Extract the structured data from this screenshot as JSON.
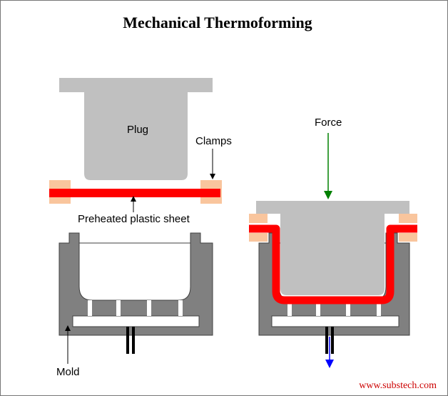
{
  "diagram": {
    "title": "Mechanical Thermoforming",
    "labels": {
      "plug": "Plug",
      "clamps": "Clamps",
      "sheet": "Preheated plastic sheet",
      "mold": "Mold",
      "force": "Force"
    },
    "credit": "www.substech.com",
    "colors": {
      "plug_gray": "#c0c0c0",
      "mold_gray": "#808080",
      "sheet_red": "#ff0000",
      "clamp_peach": "#f9c59d",
      "force_arrow": "#008000",
      "drain_arrow": "#0000ff",
      "credit_red": "#cc0000"
    }
  }
}
